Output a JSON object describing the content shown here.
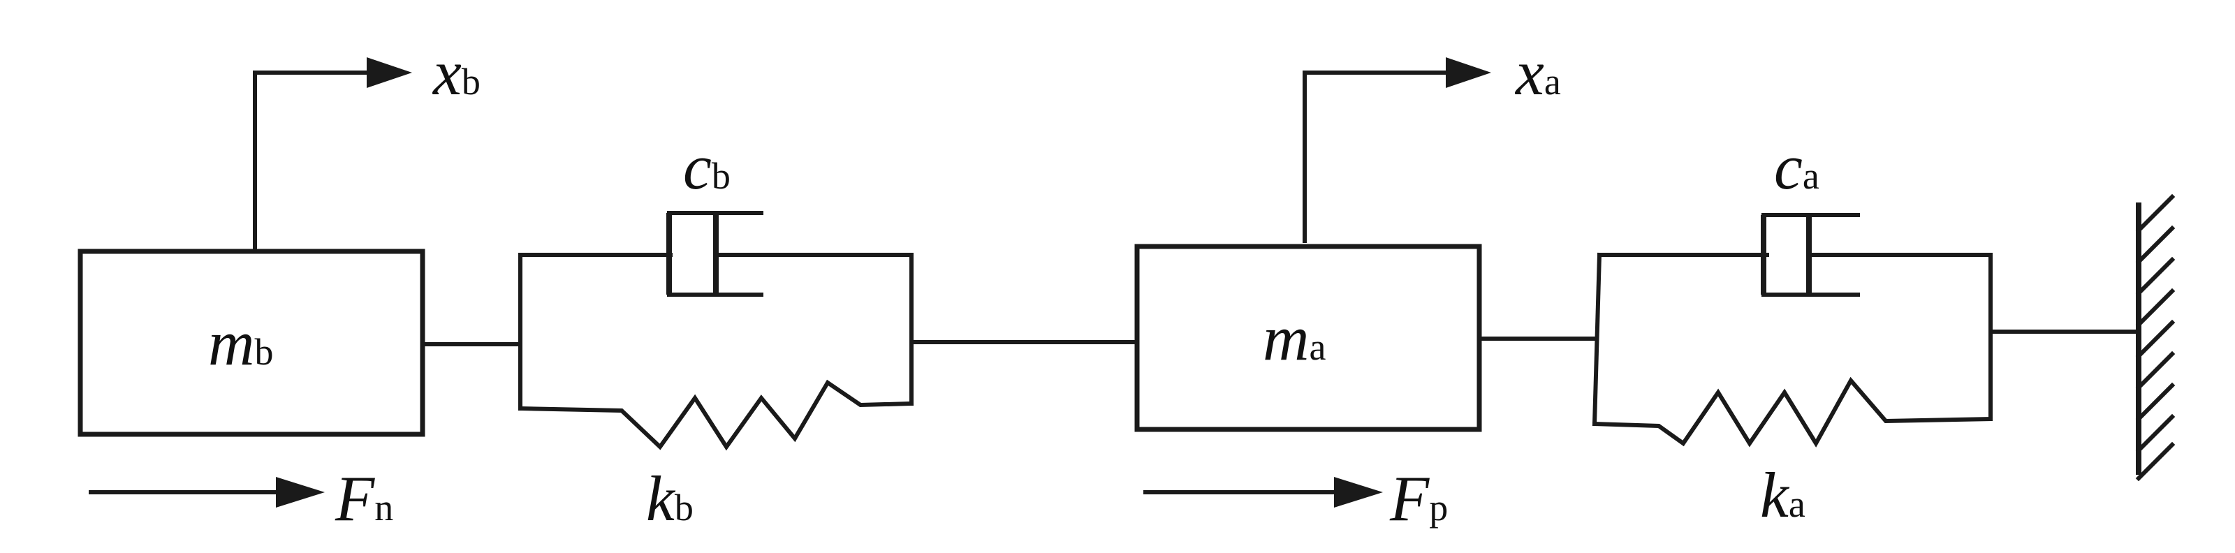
{
  "labels": {
    "mass_b": {
      "main": "m",
      "sub": "b"
    },
    "mass_a": {
      "main": "m",
      "sub": "a"
    },
    "disp_b": {
      "main": "x",
      "sub": "b"
    },
    "disp_a": {
      "main": "x",
      "sub": "a"
    },
    "damper_b": {
      "main": "c",
      "sub": "b"
    },
    "damper_a": {
      "main": "c",
      "sub": "a"
    },
    "spring_b": {
      "main": "k",
      "sub": "b"
    },
    "spring_a": {
      "main": "k",
      "sub": "a"
    },
    "force_n": {
      "main": "F",
      "sub": "n"
    },
    "force_p": {
      "main": "F",
      "sub": "p"
    }
  },
  "colors": {
    "stroke": "#1a1a1a",
    "background": "#ffffff"
  }
}
